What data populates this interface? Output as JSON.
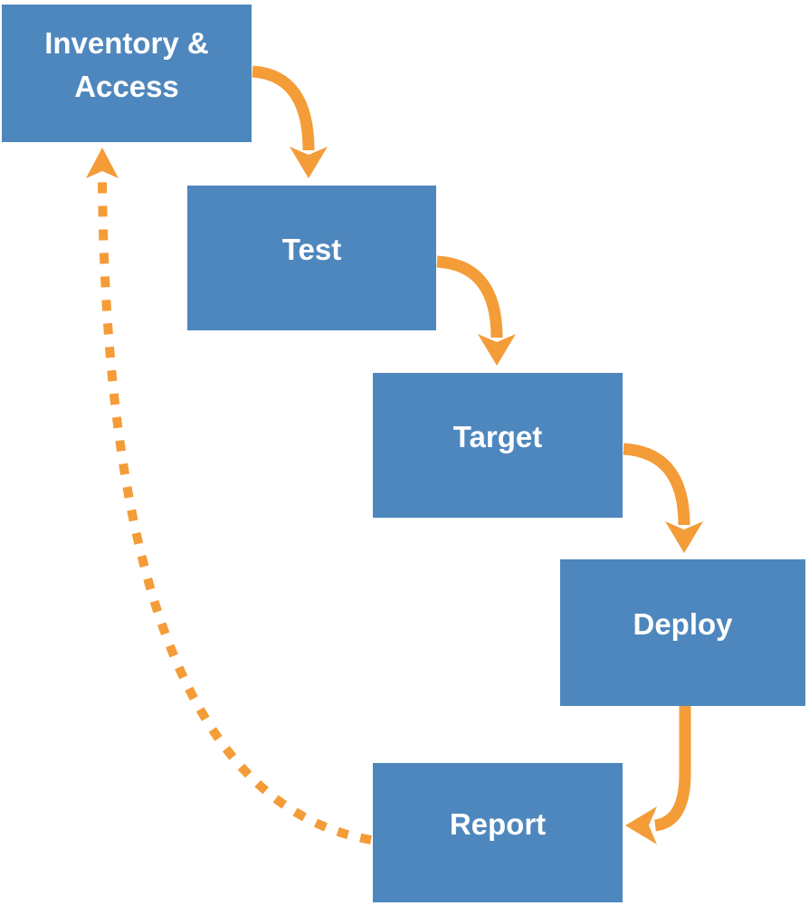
{
  "diagram": {
    "type": "cyclic-flow",
    "background": "#FFFFFF",
    "colors": {
      "box_fill": "#4E87BD",
      "arrow": "#F49C38",
      "label_text": "#FFFFFF"
    },
    "nodes": [
      {
        "id": "inventory-access",
        "label": "Inventory & Access"
      },
      {
        "id": "test",
        "label": "Test"
      },
      {
        "id": "target",
        "label": "Target"
      },
      {
        "id": "deploy",
        "label": "Deploy"
      },
      {
        "id": "report",
        "label": "Report"
      }
    ],
    "edges": [
      {
        "from": "inventory-access",
        "to": "test",
        "style": "solid",
        "shape": "curve-right-down"
      },
      {
        "from": "test",
        "to": "target",
        "style": "solid",
        "shape": "curve-right-down"
      },
      {
        "from": "target",
        "to": "deploy",
        "style": "solid",
        "shape": "curve-right-down"
      },
      {
        "from": "deploy",
        "to": "report",
        "style": "solid",
        "shape": "curve-down-left"
      },
      {
        "from": "report",
        "to": "inventory-access",
        "style": "dashed",
        "shape": "sweep-left-up"
      }
    ]
  }
}
